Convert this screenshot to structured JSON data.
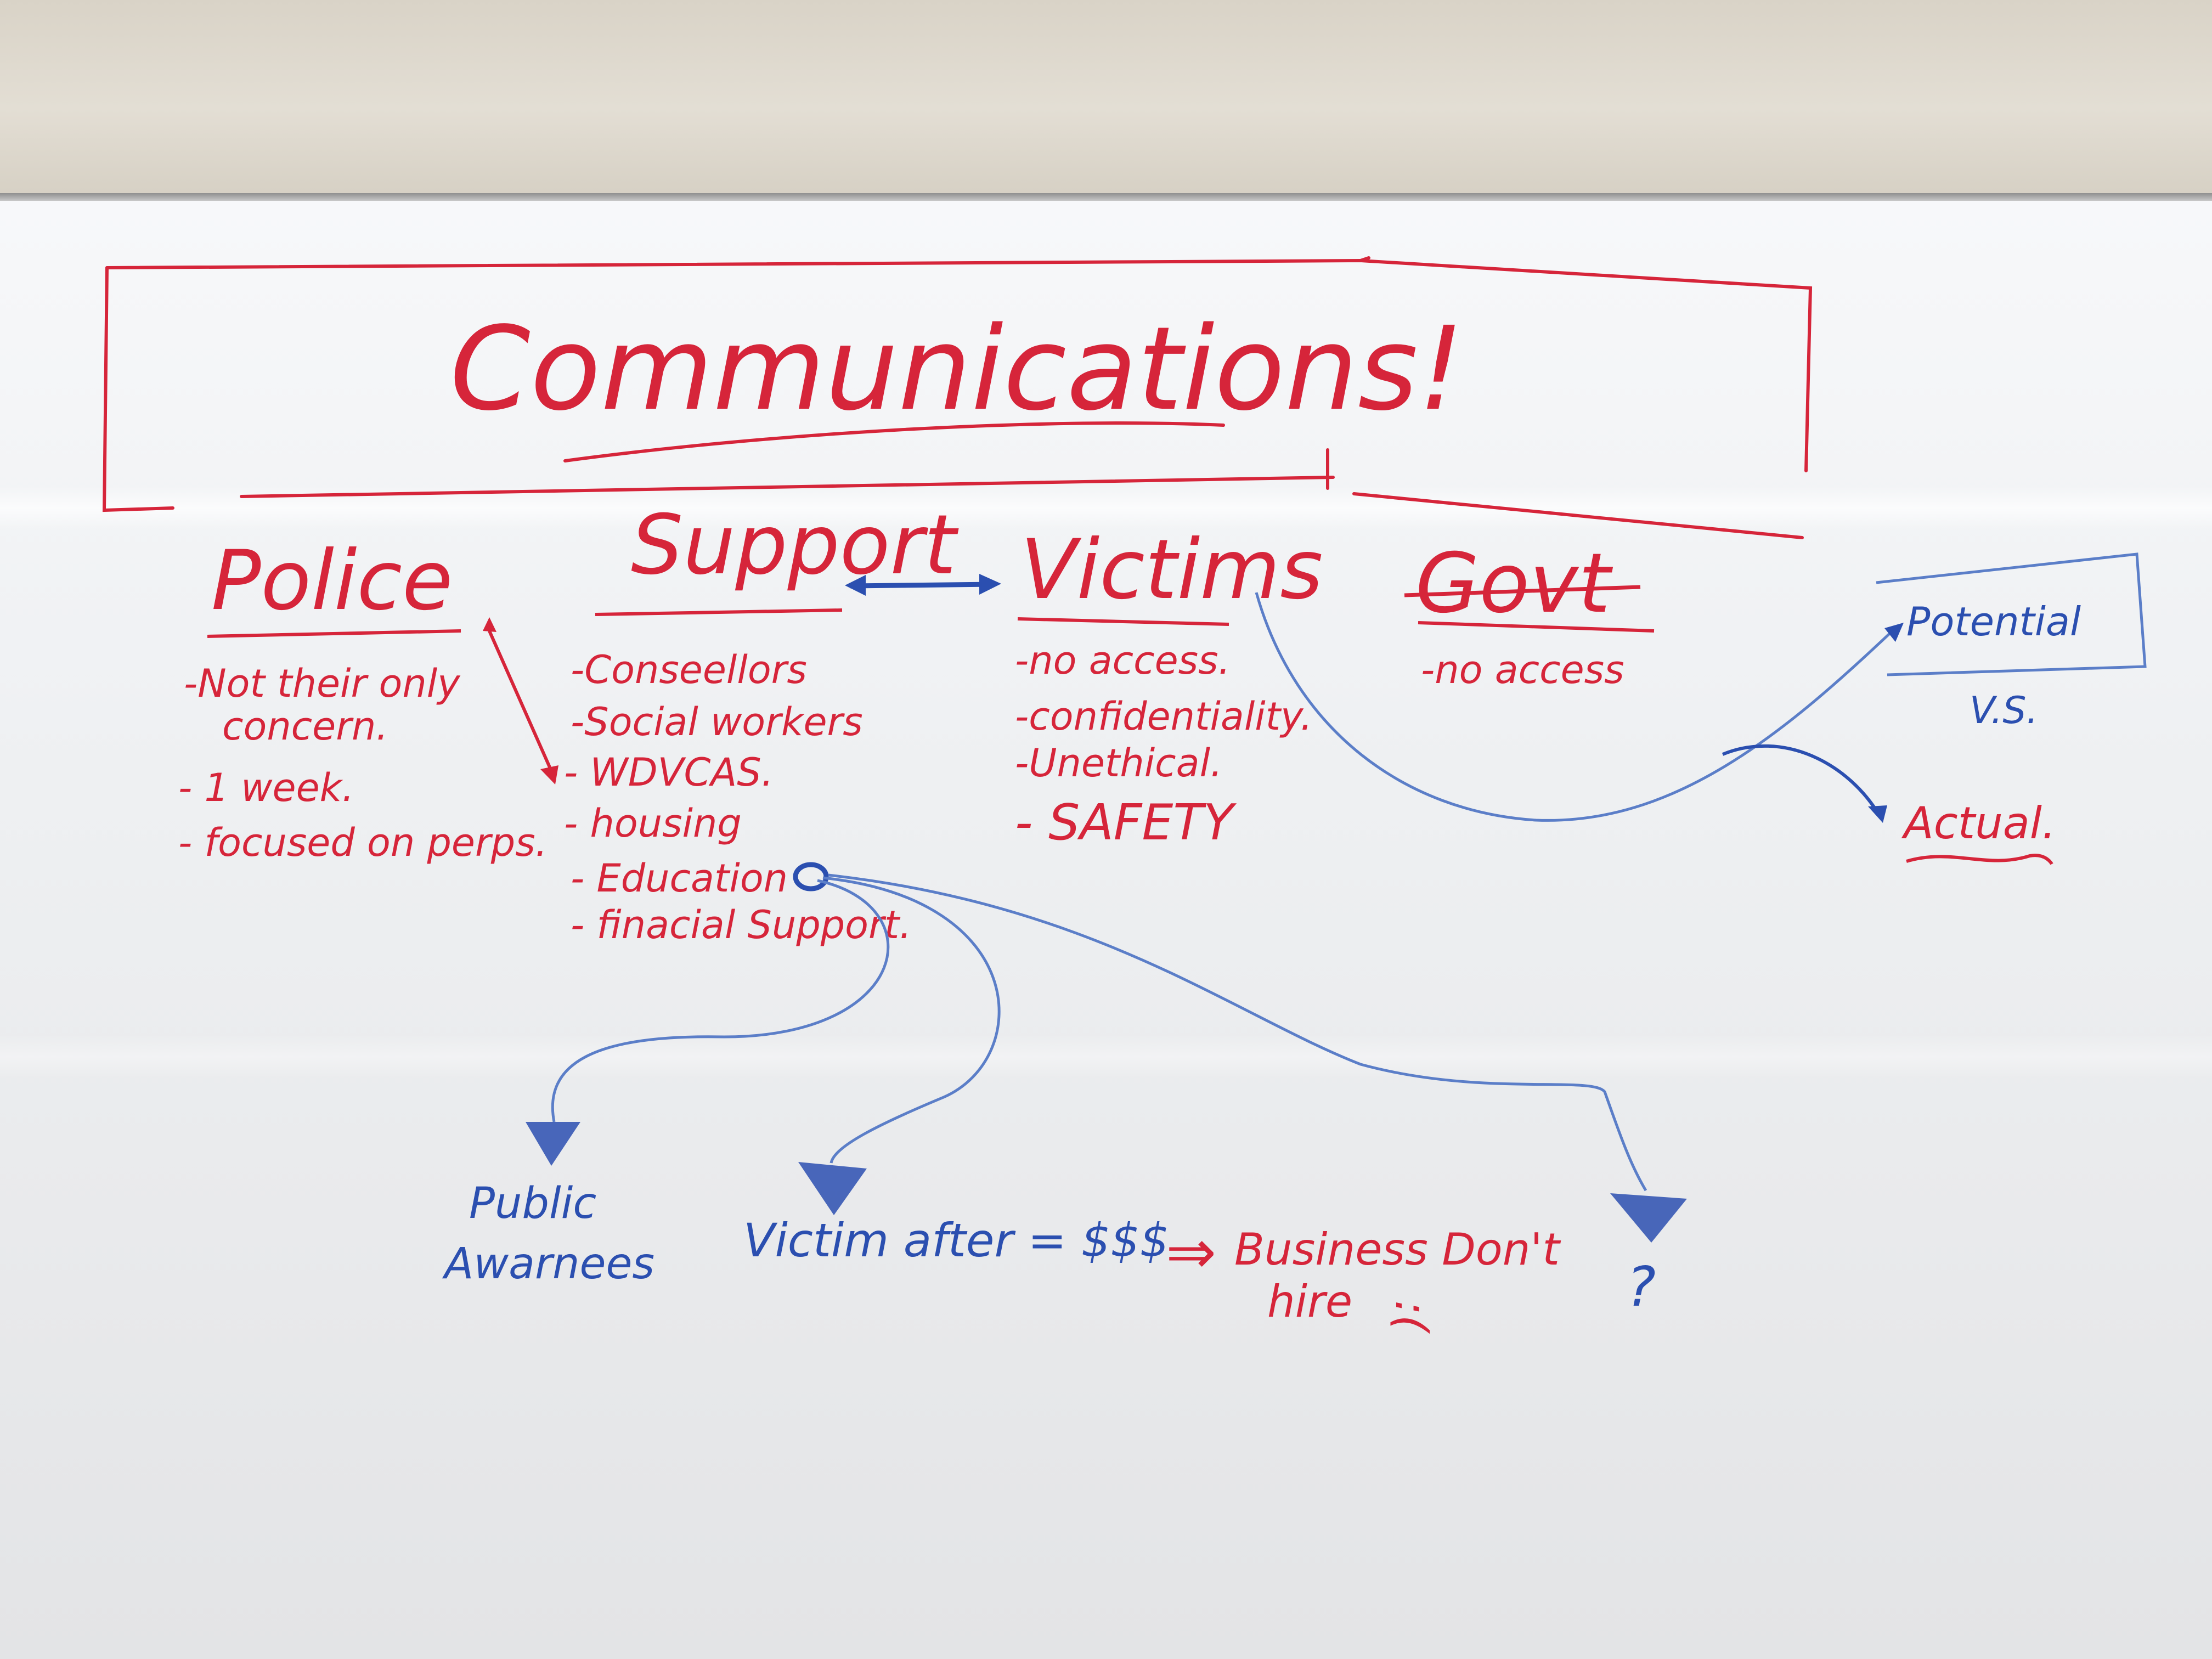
{
  "title": "Communications!",
  "columns": {
    "police": {
      "heading": "Police",
      "items": [
        "-Not their only",
        "concern.",
        "- 1 week.",
        "- focused on perps."
      ]
    },
    "support": {
      "heading": "Support",
      "items": [
        "-Conseellors",
        "-Social workers",
        "- WDVCAS.",
        "- housing",
        "- Education",
        "- finacial Support."
      ]
    },
    "victims": {
      "heading": "Victims",
      "items": [
        "-no access.",
        "-confidentiality.",
        "-Unethical.",
        "- SAFETY"
      ]
    },
    "govt": {
      "heading": "Govt",
      "items": [
        "-no access"
      ]
    }
  },
  "right_side": {
    "potential": "Potential",
    "vs": "V.S.",
    "actual": "Actual."
  },
  "bottom": {
    "public": "Public",
    "awareness": "Awarnees",
    "victim_after": "Victim after = $$$",
    "arrow": "⇒",
    "business": "Business Don't",
    "hire": "hire",
    "sad_face": ":(",
    "question": "?"
  },
  "colors": {
    "red_marker": "#d6253a",
    "blue_marker": "#2b4fb0",
    "board": "#eef0f2",
    "wall": "#dcd6ca"
  }
}
